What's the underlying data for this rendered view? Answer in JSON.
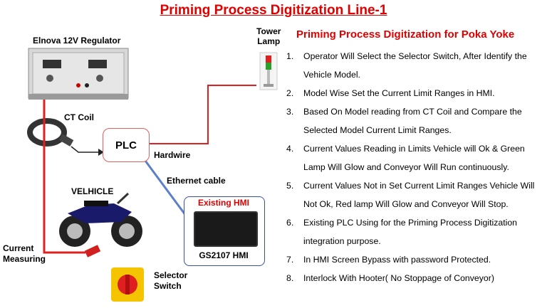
{
  "title": "Priming Process Digitization Line-1",
  "subtitle": "Priming Process Digitization for Poka Yoke",
  "labels": {
    "regulator": "Elnova 12V Regulator",
    "tower_lamp": "Tower\nLamp",
    "ct_coil": "CT Coil",
    "plc": "PLC",
    "hardwire": "Hardwire",
    "ethernet": "Ethernet cable",
    "vehicle": "VELHICLE",
    "existing_hmi": "Existing HMI",
    "hmi_model": "GS2107 HMI",
    "current_measuring": "Current\nMeasuring",
    "selector_switch": "Selector\nSwitch"
  },
  "steps": [
    {
      "num": "1.",
      "text": "Operator Will Select the Selector Switch, After Identify the Vehicle Model."
    },
    {
      "num": "2.",
      "text": "Model Wise Set the Current Limit Ranges in HMI."
    },
    {
      "num": "3.",
      "text": "Based On Model reading from CT Coil and Compare  the Selected Model Current Limit Ranges."
    },
    {
      "num": "4.",
      "text": "Current Values Reading in Limits Vehicle will Ok & Green Lamp Will Glow and Conveyor Will Run continuously."
    },
    {
      "num": "5.",
      "text": "Current Values Not in Set Current Limit Ranges Vehicle Will Not Ok, Red lamp Will Glow and Conveyor Will Stop."
    },
    {
      "num": "6.",
      "text": "Existing PLC Using for the Priming Process Digitization integration purpose."
    },
    {
      "num": "7.",
      "text": "In HMI  Screen Bypass with password Protected."
    },
    {
      "num": "8.",
      "text": "Interlock With Hooter( No Stoppage of Conveyor)"
    }
  ],
  "colors": {
    "accent_red": "#e00000",
    "wire_red": "#e02020",
    "ethernet_blue": "#5b7fc8",
    "hmi_border": "#3a4fa0"
  }
}
